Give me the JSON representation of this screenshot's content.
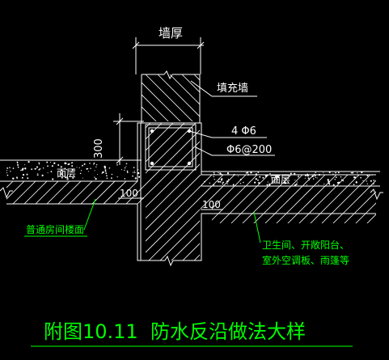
{
  "labels": {
    "wall_thickness": "墙厚",
    "infill_wall": "填充墙",
    "rebar_main": "4 Φ6",
    "rebar_stirrup": "Φ6@200",
    "height_300": "300",
    "floor_surface_left": "面层",
    "floor_surface_right": "面层",
    "level_left": "100",
    "level_right": "100",
    "normal_room_slab": "普通房间楼面",
    "wet_area_line1": "卫生间、开敞阳台、",
    "wet_area_line2": "室外空调板、雨篷等",
    "caption": "附图10.11  防水反沿做法大样"
  },
  "colors": {
    "background": "#000000",
    "lines": "#ffffff",
    "annotations": "#00ff00"
  }
}
